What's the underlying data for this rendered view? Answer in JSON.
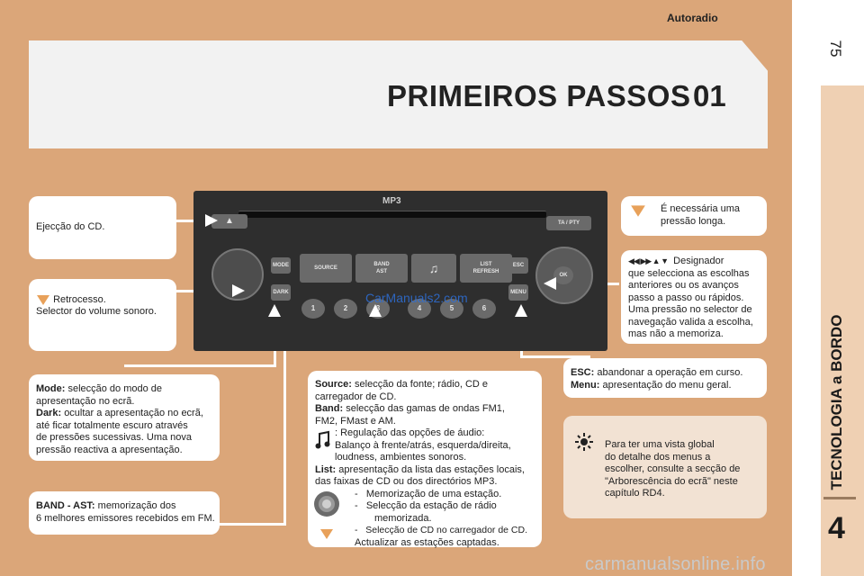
{
  "header": {
    "section": "Autoradio",
    "page_number": "75"
  },
  "side": {
    "title": "TECNOLOGIA a BORDO",
    "chapter": "4"
  },
  "banner": {
    "title": "PRIMEIROS PASSOS",
    "number": "01"
  },
  "radio": {
    "brand": "MP3",
    "ta_pty": "TA / PTY",
    "source": "SOURCE",
    "band": "BAND",
    "band_sub": "AST",
    "list": "LIST",
    "list_sub": "REFRESH",
    "mode": "MODE",
    "dark": "DARK",
    "esc": "ESC",
    "menu": "MENU",
    "ok": "OK",
    "presets": [
      "1",
      "2",
      "3",
      "4",
      "5",
      "6"
    ]
  },
  "callouts": {
    "eject": "Ejecção do CD.",
    "volume": {
      "l1": "Retrocesso.",
      "l2": "Selector do volume sonoro."
    },
    "long_press": {
      "l1": "É necessária uma",
      "l2": "pressão longa."
    },
    "selector": {
      "l1": "Designador",
      "l2": "que selecciona as escolhas",
      "l3": "anteriores ou os avanços",
      "l4": "passo a passo ou rápidos.",
      "l5": "Uma pressão no selector de",
      "l6": "navegação valida a escolha,",
      "l7": "mas não a memoriza."
    },
    "mode_dark": {
      "mode_label": "Mode:",
      "mode_l1": "selecção do modo de",
      "mode_l2": "apresentação no ecrã.",
      "dark_label": "Dark:",
      "dark_l1": "ocultar a apresentação no ecrã,",
      "dark_l2": "até ficar totalmente escuro através",
      "dark_l3": "de pressões sucessivas. Uma nova",
      "dark_l4": "pressão reactiva a apresentação."
    },
    "band_ast": {
      "label": "BAND - AST:",
      "l1": "memorização dos",
      "l2": "6 melhores emissores recebidos em FM."
    },
    "source_band": {
      "source_label": "Source:",
      "source_l1": "selecção da fonte; rádio, CD e",
      "source_l2": "carregador de CD.",
      "band_label": "Band:",
      "band_l1": "selecção das gamas de ondas FM1,",
      "band_l2": "FM2, FMast e AM.",
      "audio_l1": ": Regulação das opções de áudio:",
      "audio_l2": "Balanço à frente/atrás, esquerda/direita,",
      "audio_l3": "loudness, ambientes sonoros.",
      "list_label": "List:",
      "list_l1": "apresentação da lista das estações locais,",
      "list_l2": "das faixas de CD ou dos directórios MP3.",
      "mem1": "Memorização de uma estação.",
      "mem2a": "Selecção da estação de rádio",
      "mem2b": "memorizada.",
      "mem3": "Selecção de CD no carregador de CD.",
      "update": "Actualizar as estações captadas."
    },
    "esc_menu": {
      "esc_label": "ESC:",
      "esc_text": "abandonar a operação em curso.",
      "menu_label": "Menu:",
      "menu_text": "apresentação do menu geral."
    },
    "overview": {
      "l1": "Para ter uma vista global",
      "l2": "do detalhe dos menus a",
      "l3": "escolher, consulte a secção de",
      "l4": "\"Arborescência do ecrã\" neste",
      "l5": "capítulo RD4."
    }
  },
  "watermarks": {
    "site1": "CarManuals2.com",
    "site2": "carmanualsonline.info"
  },
  "colors": {
    "background": "#dba679",
    "box": "#ffffff",
    "radio_body": "#2e2e2e",
    "warning_icon": "#e8a15a"
  }
}
